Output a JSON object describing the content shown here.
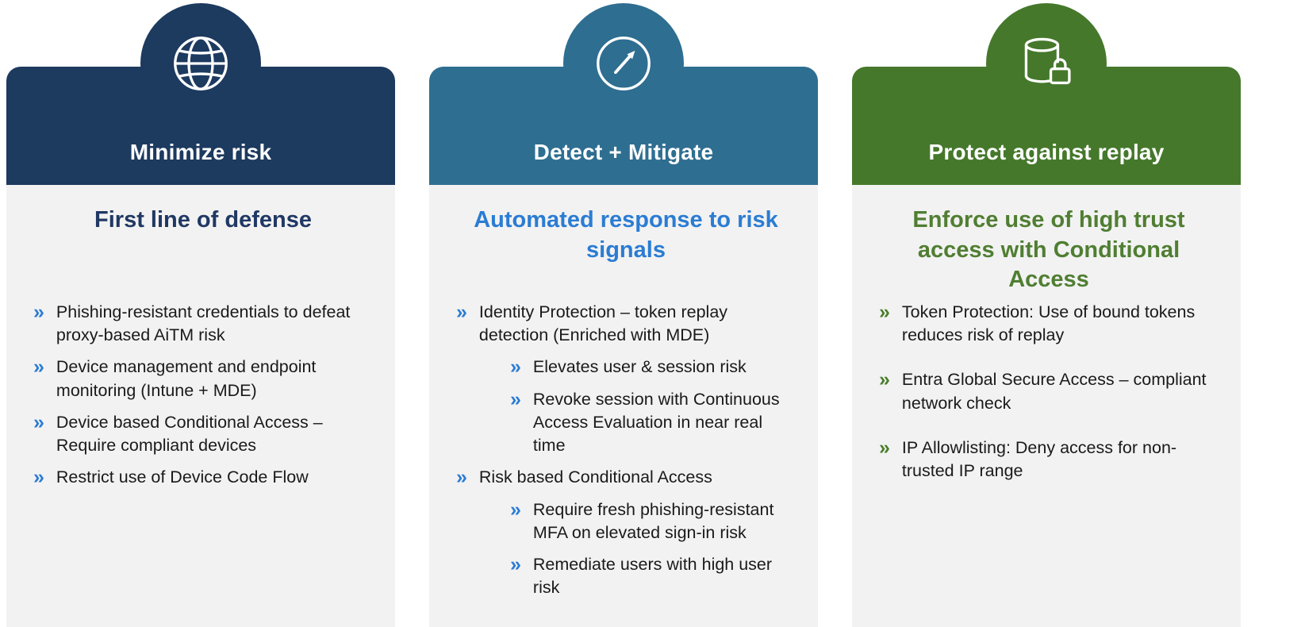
{
  "background": "#ffffff",
  "body_bg": "#f2f2f2",
  "bullet_text_color": "#1a1a1a",
  "cards": [
    {
      "id": "minimize-risk",
      "icon": "globe-icon",
      "header": "Minimize risk",
      "title": "First line of defense",
      "colors": {
        "header_bg": "#1d3a5f",
        "title": "#203864",
        "chevron": "#2b7cd3"
      },
      "bullets": [
        {
          "level": 1,
          "text": "Phishing-resistant credentials to defeat proxy-based AiTM risk"
        },
        {
          "level": 1,
          "text": "Device management and endpoint monitoring (Intune + MDE)"
        },
        {
          "level": 1,
          "text": "Device based Conditional Access – Require compliant devices"
        },
        {
          "level": 1,
          "text": "Restrict use of Device Code Flow"
        }
      ]
    },
    {
      "id": "detect-mitigate",
      "icon": "gauge-icon",
      "header": "Detect + Mitigate",
      "title": "Automated response to risk signals",
      "colors": {
        "header_bg": "#2e6e91",
        "title": "#2b7cd3",
        "chevron": "#2b7cd3"
      },
      "bullets": [
        {
          "level": 1,
          "text": "Identity Protection – token replay detection (Enriched with MDE)"
        },
        {
          "level": 2,
          "text": "Elevates user & session risk"
        },
        {
          "level": 2,
          "text": "Revoke session with Continuous Access Evaluation in near real time"
        },
        {
          "level": 1,
          "text": "Risk based Conditional Access"
        },
        {
          "level": 2,
          "text": "Require fresh phishing-resistant MFA on elevated sign-in risk"
        },
        {
          "level": 2,
          "text": "Remediate users with high user risk"
        }
      ]
    },
    {
      "id": "protect-replay",
      "icon": "database-lock-icon",
      "header": "Protect against replay",
      "title": "Enforce use of high trust access with Conditional Access",
      "colors": {
        "header_bg": "#45782b",
        "title": "#507e32",
        "chevron": "#4a7d2b"
      },
      "bullets": [
        {
          "level": 1,
          "text": "Token Protection:  Use of bound tokens reduces risk of replay"
        },
        {
          "level": 1,
          "text": "Entra Global Secure Access – compliant network check"
        },
        {
          "level": 1,
          "text": "IP Allowlisting: Deny access for non-trusted IP range"
        }
      ]
    }
  ]
}
